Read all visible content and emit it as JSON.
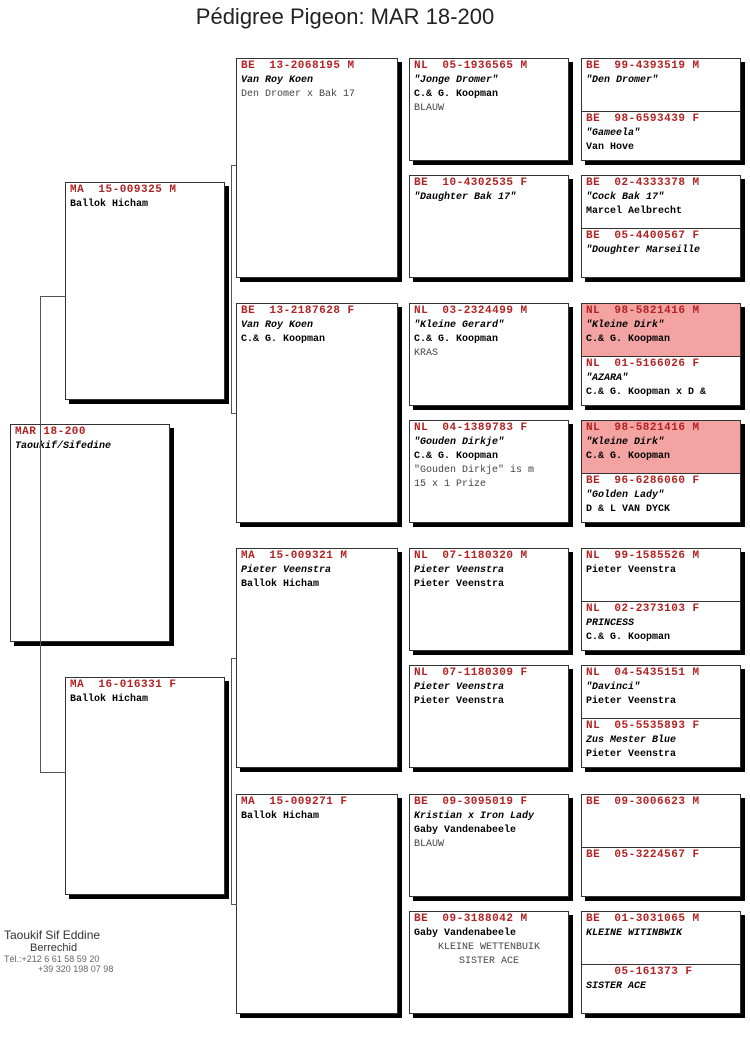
{
  "title": "Pédigree Pigeon: MAR 18-200",
  "owner": {
    "name": "Taoukif Sif Eddine",
    "city": "Berrechid",
    "phone1": "Tél.:+212 6 61 58 59 20",
    "phone2": "+39 320 198 07 98"
  },
  "cards": [
    {
      "id": "subject",
      "cells": [
        {
          "ring": "MAR 18-200",
          "lines": [
            {
              "t": "Taoukif/Sifedine",
              "s": "b i"
            }
          ]
        }
      ]
    },
    {
      "id": "sire",
      "cells": [
        {
          "ring": "MA  15-009325 M",
          "lines": [
            {
              "t": ""
            },
            {
              "t": "Ballok Hicham",
              "s": "b"
            }
          ]
        }
      ]
    },
    {
      "id": "dam",
      "cells": [
        {
          "ring": "MA  16-016331 F",
          "lines": [
            {
              "t": ""
            },
            {
              "t": "Ballok Hicham",
              "s": "b"
            }
          ]
        }
      ]
    },
    {
      "id": "g1",
      "cells": [
        {
          "ring": "BE  13-2068195 M",
          "lines": [
            {
              "t": "Van Roy Koen",
              "s": "b i"
            },
            {
              "t": ""
            },
            {
              "t": ""
            },
            {
              "t": "Den Dromer x Bak 17",
              "s": "n"
            }
          ]
        }
      ]
    },
    {
      "id": "g2",
      "cells": [
        {
          "ring": "BE  13-2187628 F",
          "lines": [
            {
              "t": "Van Roy Koen",
              "s": "b i"
            },
            {
              "t": "C.& G. Koopman",
              "s": "b"
            }
          ]
        }
      ]
    },
    {
      "id": "g3",
      "cells": [
        {
          "ring": "MA  15-009321 M",
          "lines": [
            {
              "t": "Pieter Veenstra",
              "s": "b i"
            },
            {
              "t": "Ballok Hicham",
              "s": "b"
            }
          ]
        }
      ]
    },
    {
      "id": "g4",
      "cells": [
        {
          "ring": "MA  15-009271 F",
          "lines": [
            {
              "t": ""
            },
            {
              "t": "Ballok Hicham",
              "s": "b"
            }
          ]
        }
      ]
    },
    {
      "id": "gg1",
      "cells": [
        {
          "ring": "NL  05-1936565 M",
          "lines": [
            {
              "t": "\"Jonge Dromer\"",
              "s": "b i"
            },
            {
              "t": "C.& G. Koopman",
              "s": "b"
            },
            {
              "t": "BLAUW",
              "s": "n"
            }
          ]
        }
      ]
    },
    {
      "id": "gg2",
      "cells": [
        {
          "ring": "BE  10-4302535 F",
          "lines": [
            {
              "t": "\"Daughter Bak 17\"",
              "s": "b i"
            }
          ]
        }
      ]
    },
    {
      "id": "gg3",
      "cells": [
        {
          "ring": "NL  03-2324499 M",
          "lines": [
            {
              "t": "\"Kleine Gerard\"",
              "s": "b i"
            },
            {
              "t": "C.& G. Koopman",
              "s": "b"
            },
            {
              "t": "KRAS",
              "s": "n"
            }
          ]
        }
      ]
    },
    {
      "id": "gg4",
      "cells": [
        {
          "ring": "NL  04-1389783 F",
          "lines": [
            {
              "t": "\"Gouden Dirkje\"",
              "s": "b i"
            },
            {
              "t": "C.& G. Koopman",
              "s": "b"
            },
            {
              "t": ""
            },
            {
              "t": "\"Gouden Dirkje\" is m",
              "s": "n"
            },
            {
              "t": "15 x 1 Prize",
              "s": "n"
            }
          ]
        }
      ]
    },
    {
      "id": "gg5",
      "cells": [
        {
          "ring": "NL  07-1180320 M",
          "lines": [
            {
              "t": "Pieter Veenstra",
              "s": "b i"
            },
            {
              "t": "Pieter Veenstra",
              "s": "b"
            }
          ]
        }
      ]
    },
    {
      "id": "gg6",
      "cells": [
        {
          "ring": "NL  07-1180309 F",
          "lines": [
            {
              "t": "Pieter Veenstra",
              "s": "b i"
            },
            {
              "t": "Pieter Veenstra",
              "s": "b"
            }
          ]
        }
      ]
    },
    {
      "id": "gg7",
      "cells": [
        {
          "ring": "BE  09-3095019 F",
          "lines": [
            {
              "t": "Kristian x Iron Lady",
              "s": "b i"
            },
            {
              "t": "Gaby Vandenabeele",
              "s": "b"
            },
            {
              "t": "BLAUW",
              "s": "n"
            }
          ]
        }
      ]
    },
    {
      "id": "gg8",
      "cells": [
        {
          "ring": "BE  09-3188042 M",
          "lines": [
            {
              "t": ""
            },
            {
              "t": "Gaby Vandenabeele",
              "s": "b"
            },
            {
              "t": ""
            },
            {
              "t": "KLEINE WETTENBUIK",
              "s": "n c"
            },
            {
              "t": "SISTER ACE",
              "s": "n c"
            }
          ]
        }
      ]
    },
    {
      "id": "ggg1",
      "cells": [
        {
          "ring": "BE  99-4393519 M",
          "lines": [
            {
              "t": "\"Den Dromer\"",
              "s": "b i"
            }
          ]
        },
        {
          "ring": "BE  98-6593439 F",
          "lines": [
            {
              "t": "\"Gameela\"",
              "s": "b i"
            },
            {
              "t": "Van Hove",
              "s": "b"
            }
          ]
        }
      ]
    },
    {
      "id": "ggg2",
      "cells": [
        {
          "ring": "BE  02-4333378 M",
          "lines": [
            {
              "t": "\"Cock Bak 17\"",
              "s": "b i"
            },
            {
              "t": "Marcel Aelbrecht",
              "s": "b"
            }
          ]
        },
        {
          "ring": "BE  05-4400567 F",
          "lines": [
            {
              "t": "\"Doughter Marseille",
              "s": "b i"
            }
          ]
        }
      ]
    },
    {
      "id": "ggg3",
      "cells": [
        {
          "ring": "NL  98-5821416 M",
          "hl": true,
          "lines": [
            {
              "t": "\"Kleine Dirk\"",
              "s": "b i"
            },
            {
              "t": "C.& G. Koopman",
              "s": "b"
            }
          ]
        },
        {
          "ring": "NL  01-5166026 F",
          "lines": [
            {
              "t": "\"AZARA\"",
              "s": "b i"
            },
            {
              "t": "C.& G. Koopman x D &",
              "s": "b"
            }
          ]
        }
      ]
    },
    {
      "id": "ggg4",
      "cells": [
        {
          "ring": "NL  98-5821416 M",
          "hl": true,
          "lines": [
            {
              "t": "\"Kleine Dirk\"",
              "s": "b i"
            },
            {
              "t": "C.& G. Koopman",
              "s": "b"
            }
          ]
        },
        {
          "ring": "BE  96-6286060 F",
          "lines": [
            {
              "t": "\"Golden Lady\"",
              "s": "b i"
            },
            {
              "t": "D & L VAN DYCK",
              "s": "b"
            }
          ]
        }
      ]
    },
    {
      "id": "ggg5",
      "cells": [
        {
          "ring": "NL  99-1585526 M",
          "lines": [
            {
              "t": ""
            },
            {
              "t": "Pieter Veenstra",
              "s": "b"
            }
          ]
        },
        {
          "ring": "NL  02-2373103 F",
          "lines": [
            {
              "t": "PRINCESS",
              "s": "b i"
            },
            {
              "t": "C.& G. Koopman",
              "s": "b"
            }
          ]
        }
      ]
    },
    {
      "id": "ggg6",
      "cells": [
        {
          "ring": "NL  04-5435151 M",
          "lines": [
            {
              "t": "\"Davinci\"",
              "s": "b i"
            },
            {
              "t": "Pieter Veenstra",
              "s": "b"
            }
          ]
        },
        {
          "ring": "NL  05-5535893 F",
          "lines": [
            {
              "t": "Zus Mester Blue",
              "s": "b i"
            },
            {
              "t": "Pieter Veenstra",
              "s": "b"
            }
          ]
        }
      ]
    },
    {
      "id": "ggg7",
      "cells": [
        {
          "ring": "BE  09-3006623 M",
          "lines": []
        },
        {
          "ring": "BE  05-3224567 F",
          "lines": []
        }
      ]
    },
    {
      "id": "ggg8",
      "cells": [
        {
          "ring": "BE  01-3031065 M",
          "lines": [
            {
              "t": "KLEINE WITINBWIK",
              "s": "b i"
            }
          ]
        },
        {
          "ring": "    05-161373 F",
          "lines": [
            {
              "t": "SISTER ACE",
              "s": "b i"
            }
          ]
        }
      ]
    }
  ]
}
